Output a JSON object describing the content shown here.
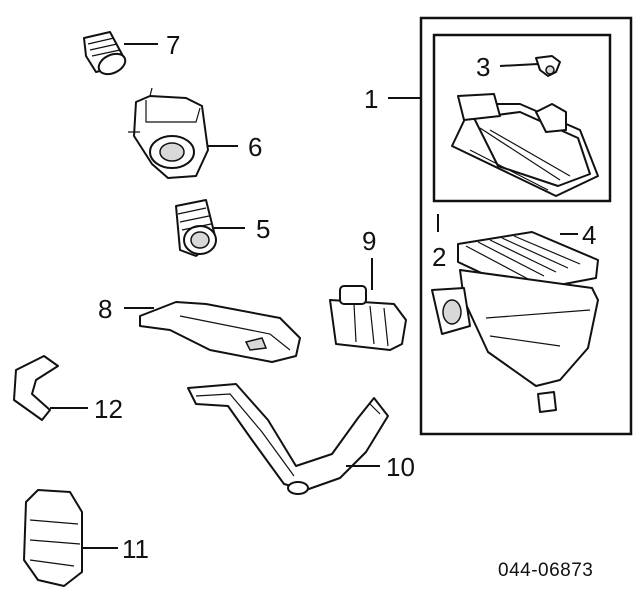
{
  "labels": {
    "p1": "1",
    "p2": "2",
    "p3": "3",
    "p4": "4",
    "p5": "5",
    "p6": "6",
    "p7": "7",
    "p8": "8",
    "p9": "9",
    "p10": "10",
    "p11": "11",
    "p12": "12"
  },
  "diagram_code": "044-06873"
}
